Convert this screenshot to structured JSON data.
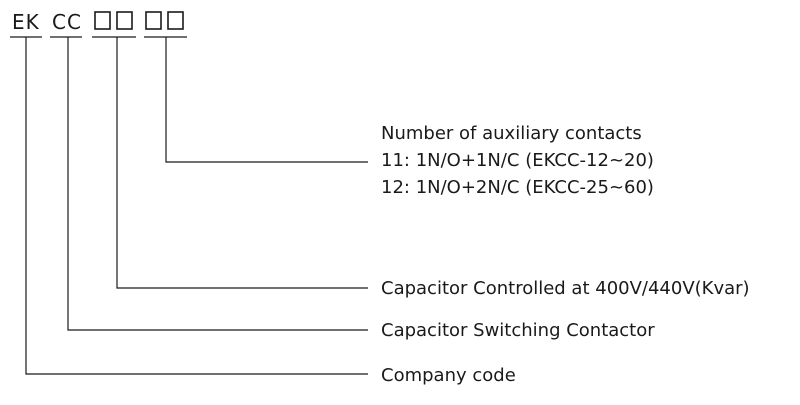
{
  "code": {
    "seg1": "EK",
    "seg2": "CC"
  },
  "labels": {
    "aux_title": "Number of auxiliary contacts",
    "aux_opt1": "11: 1N/O+1N/C (EKCC-12~20)",
    "aux_opt2": "12: 1N/O+2N/C (EKCC-25~60)",
    "capacity": "Capacitor Controlled at 400V/440V(Kvar)",
    "series": "Capacitor Switching Contactor",
    "company": "Company code"
  },
  "colors": {
    "ink": "#1a1a1a",
    "background": "#ffffff"
  }
}
